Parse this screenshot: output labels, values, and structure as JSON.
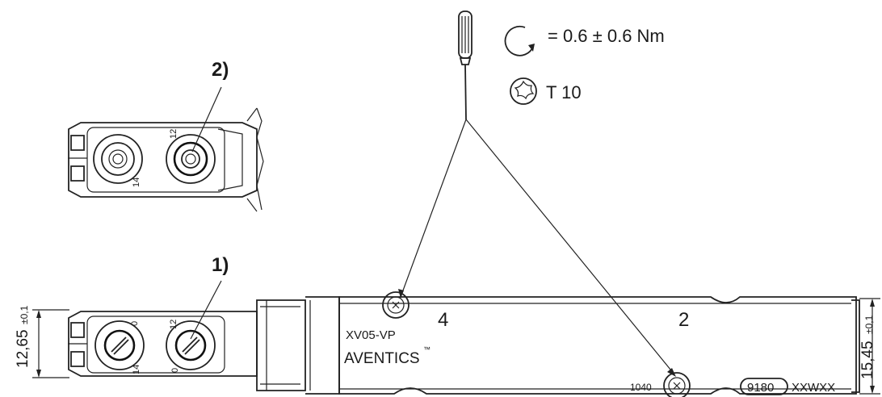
{
  "callouts": {
    "one": "1)",
    "two": "2)"
  },
  "spec": {
    "torque": "= 0.6 ± 0.6 Nm",
    "tool": "T 10"
  },
  "body": {
    "model": "XV05-VP",
    "brand": "AVENTICS",
    "trademark": "™",
    "port_4": "4",
    "port_2": "2",
    "code_small": "1040",
    "code_oval": "9180",
    "code_tail": "XXWXX"
  },
  "port_labels": {
    "top_12": "12",
    "top_14": "14",
    "bot_12": "12",
    "bot_14": "14",
    "bot_0a": "0",
    "bot_0b": "0"
  },
  "dimensions": {
    "left_value": "12,65",
    "left_tol": "±0,1",
    "right_value": "15,45",
    "right_tol": "±0,1"
  },
  "colors": {
    "line": "#222222",
    "background": "#ffffff"
  }
}
